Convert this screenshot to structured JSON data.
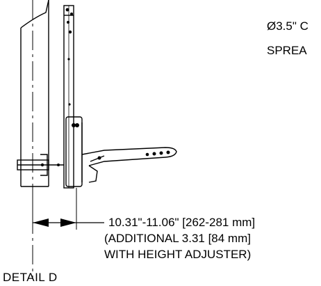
{
  "note": {
    "line1": "Ø3.5\" C",
    "line2": "SPREA"
  },
  "dimension": {
    "line1": "10.31\"-11.06\" [262-281 mm]",
    "line2": "(ADDITIONAL  3.31 [84 mm]",
    "line3": "WITH HEIGHT ADJUSTER)"
  },
  "detail_label": "DETAIL  D"
}
